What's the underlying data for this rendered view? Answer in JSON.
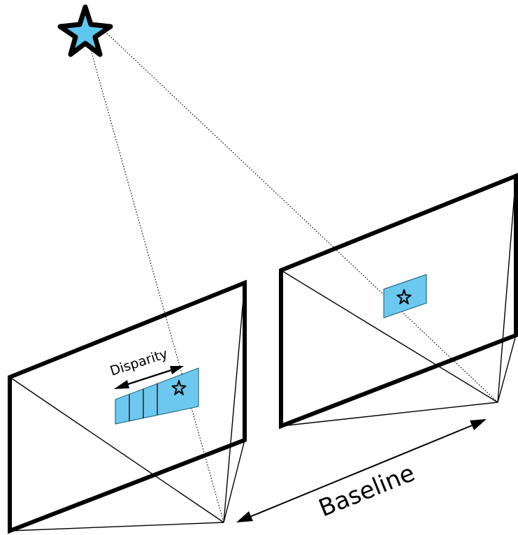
{
  "labels": {
    "disparity": "Disparity",
    "baseline": "Baseline"
  },
  "colors": {
    "patch_fill": "#6cc8ee",
    "star_fill": "#5fc6ef",
    "stroke": "#000000",
    "background": "#ffffff"
  },
  "icons": {
    "world_point": "star-icon",
    "image_point": "star-outline-icon"
  },
  "search_window": {
    "cells": 4
  }
}
